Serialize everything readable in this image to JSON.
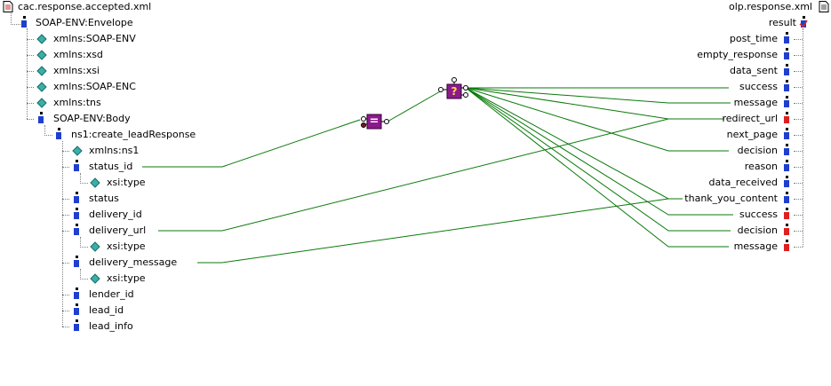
{
  "source": {
    "file_name": "cac.response.accepted.xml",
    "root": "SOAP-ENV:Envelope",
    "envelope_attrs": [
      "xmlns:SOAP-ENV",
      "xmlns:xsd",
      "xmlns:xsi",
      "xmlns:SOAP-ENC",
      "xmlns:tns"
    ],
    "body": "SOAP-ENV:Body",
    "response": "ns1:create_leadResponse",
    "response_attr": "xmlns:ns1",
    "fields": {
      "status_id": "status_id",
      "status_type": "xsi:type",
      "status": "status",
      "delivery_id": "delivery_id",
      "delivery_url": "delivery_url",
      "delivery_url_type": "xsi:type",
      "delivery_message": "delivery_message",
      "delivery_message_type": "xsi:type",
      "lender_id": "lender_id",
      "lead_id": "lead_id",
      "lead_info": "lead_info"
    }
  },
  "target": {
    "file_name": "olp.response.xml",
    "root": "result",
    "elements": [
      "post_time",
      "empty_response",
      "data_sent",
      "success",
      "message",
      "redirect_url",
      "next_page",
      "decision",
      "reason",
      "data_received",
      "thank_you_content",
      "success",
      "decision",
      "message"
    ]
  },
  "functions": {
    "equal": "=",
    "if": "?"
  },
  "colors": {
    "wire": "#0a7a0a",
    "element_icon": "#1f3fd0",
    "required_icon": "#e02020",
    "attribute_icon": "#38b0a8",
    "function_box": "#8b1a8b"
  },
  "icons": {
    "file": "document-icon",
    "element": "element-icon",
    "attribute": "attribute-icon"
  }
}
